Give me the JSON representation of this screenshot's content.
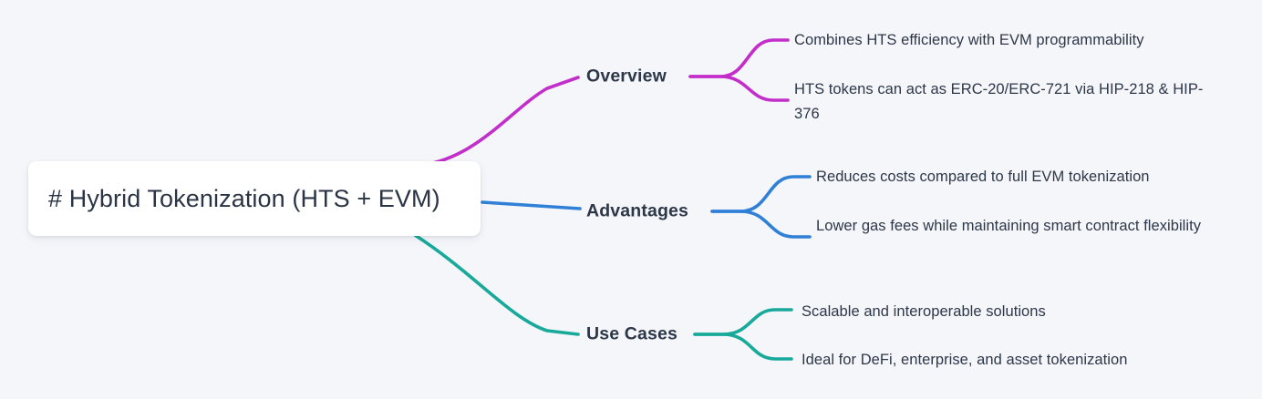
{
  "diagram": {
    "type": "mindmap",
    "background_color": "#f5f6fa",
    "root": {
      "label": "# Hybrid Tokenization (HTS + EVM)",
      "text_color": "#2b3445",
      "fill_color": "#ffffff"
    },
    "branches": [
      {
        "id": "overview",
        "label": "Overview",
        "color": "#c32ecb",
        "leaves": [
          {
            "text": "Combines HTS efficiency with EVM programmability"
          },
          {
            "text": "HTS tokens can act as ERC-20/ERC-721 via HIP-218 & HIP-376"
          }
        ]
      },
      {
        "id": "advantages",
        "label": "Advantages",
        "color": "#2f80d6",
        "leaves": [
          {
            "text": "Reduces costs compared to full EVM tokenization"
          },
          {
            "text": "Lower gas fees while maintaining smart contract flexibility"
          }
        ]
      },
      {
        "id": "usecases",
        "label": "Use Cases",
        "color": "#18a99b",
        "leaves": [
          {
            "text": "Scalable and interoperable solutions"
          },
          {
            "text": "Ideal for DeFi, enterprise, and asset tokenization"
          }
        ]
      }
    ]
  }
}
